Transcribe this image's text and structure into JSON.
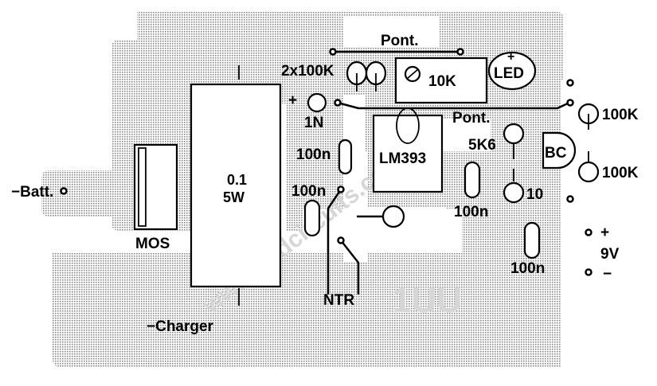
{
  "diagram": {
    "colors": {
      "copper": "#bdbdbd",
      "background": "#ffffff",
      "ink": "#000000",
      "watermark": "#d6d6d6"
    },
    "watermark_text": "www.findcircuits.com",
    "faint_text": "1UU",
    "labels": {
      "pont_top": "Pont.",
      "r_2x100k": "2x100K",
      "pot_10k": "10K",
      "led": "LED",
      "plus_top": "+",
      "led_plus": "+",
      "diode_1n": "1N",
      "pont_right": "Pont.",
      "r_100k_a": "100K",
      "r_5k6": "5K6",
      "bc": "BC",
      "r_100k_b": "100K",
      "cap_100n_a": "100n",
      "ic_lm393": "LM393",
      "cap_100n_b": "100n",
      "cap_100n_c": "100n",
      "r_10": "10",
      "cap_100n_d": "100n",
      "shunt_value": "0.1",
      "shunt_power": "5W",
      "batt": "−Batt.",
      "mos": "MOS",
      "ntr": "NTR",
      "charger": "−Charger",
      "supply_plus": "+",
      "supply_9v": "9V",
      "supply_minus": "−"
    }
  }
}
